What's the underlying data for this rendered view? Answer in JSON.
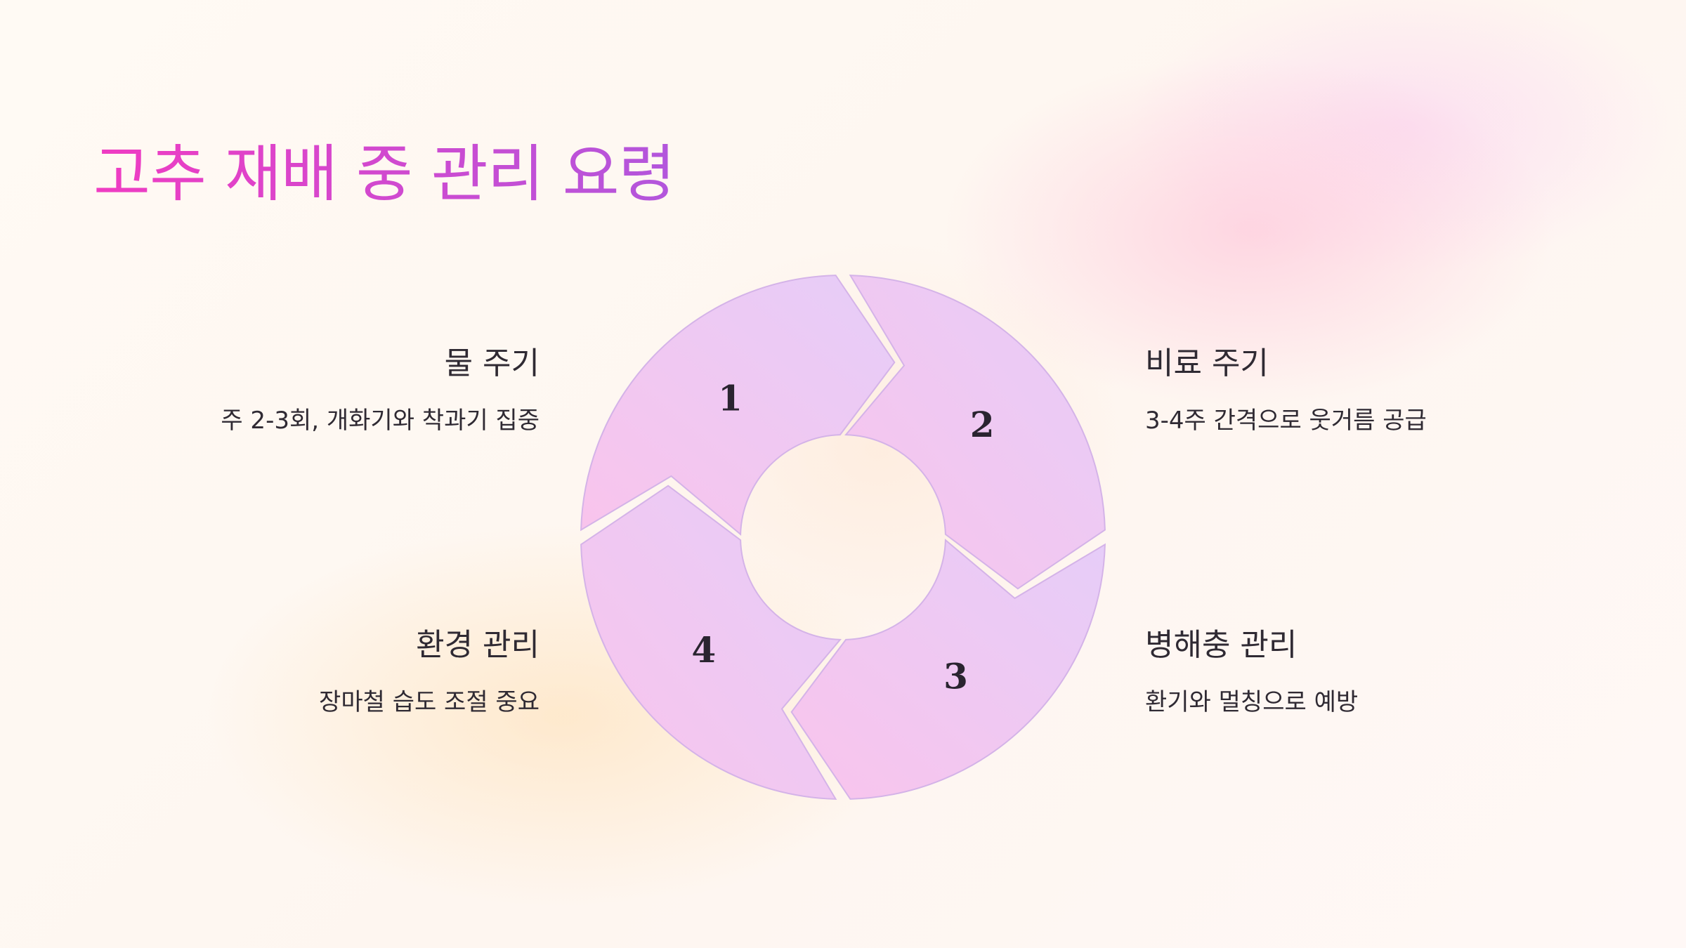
{
  "title": "고추 재배 중 관리 요령",
  "steps": [
    {
      "number": "1",
      "heading": "물 주기",
      "description": "주 2-3회, 개화기와 착과기 집중"
    },
    {
      "number": "2",
      "heading": "비료 주기",
      "description": "3-4주 간격으로 웃거름 공급"
    },
    {
      "number": "3",
      "heading": "병해충 관리",
      "description": "환기와 멀칭으로 예방"
    },
    {
      "number": "4",
      "heading": "환경 관리",
      "description": "장마철 습도 조절 중요"
    }
  ],
  "colors": {
    "segment_pink": "#f9c4ec",
    "segment_lavender": "#e6cdf8",
    "segment_stroke": "#d4b3e8",
    "title_start": "#f03cc2",
    "title_end": "#b256dc"
  }
}
